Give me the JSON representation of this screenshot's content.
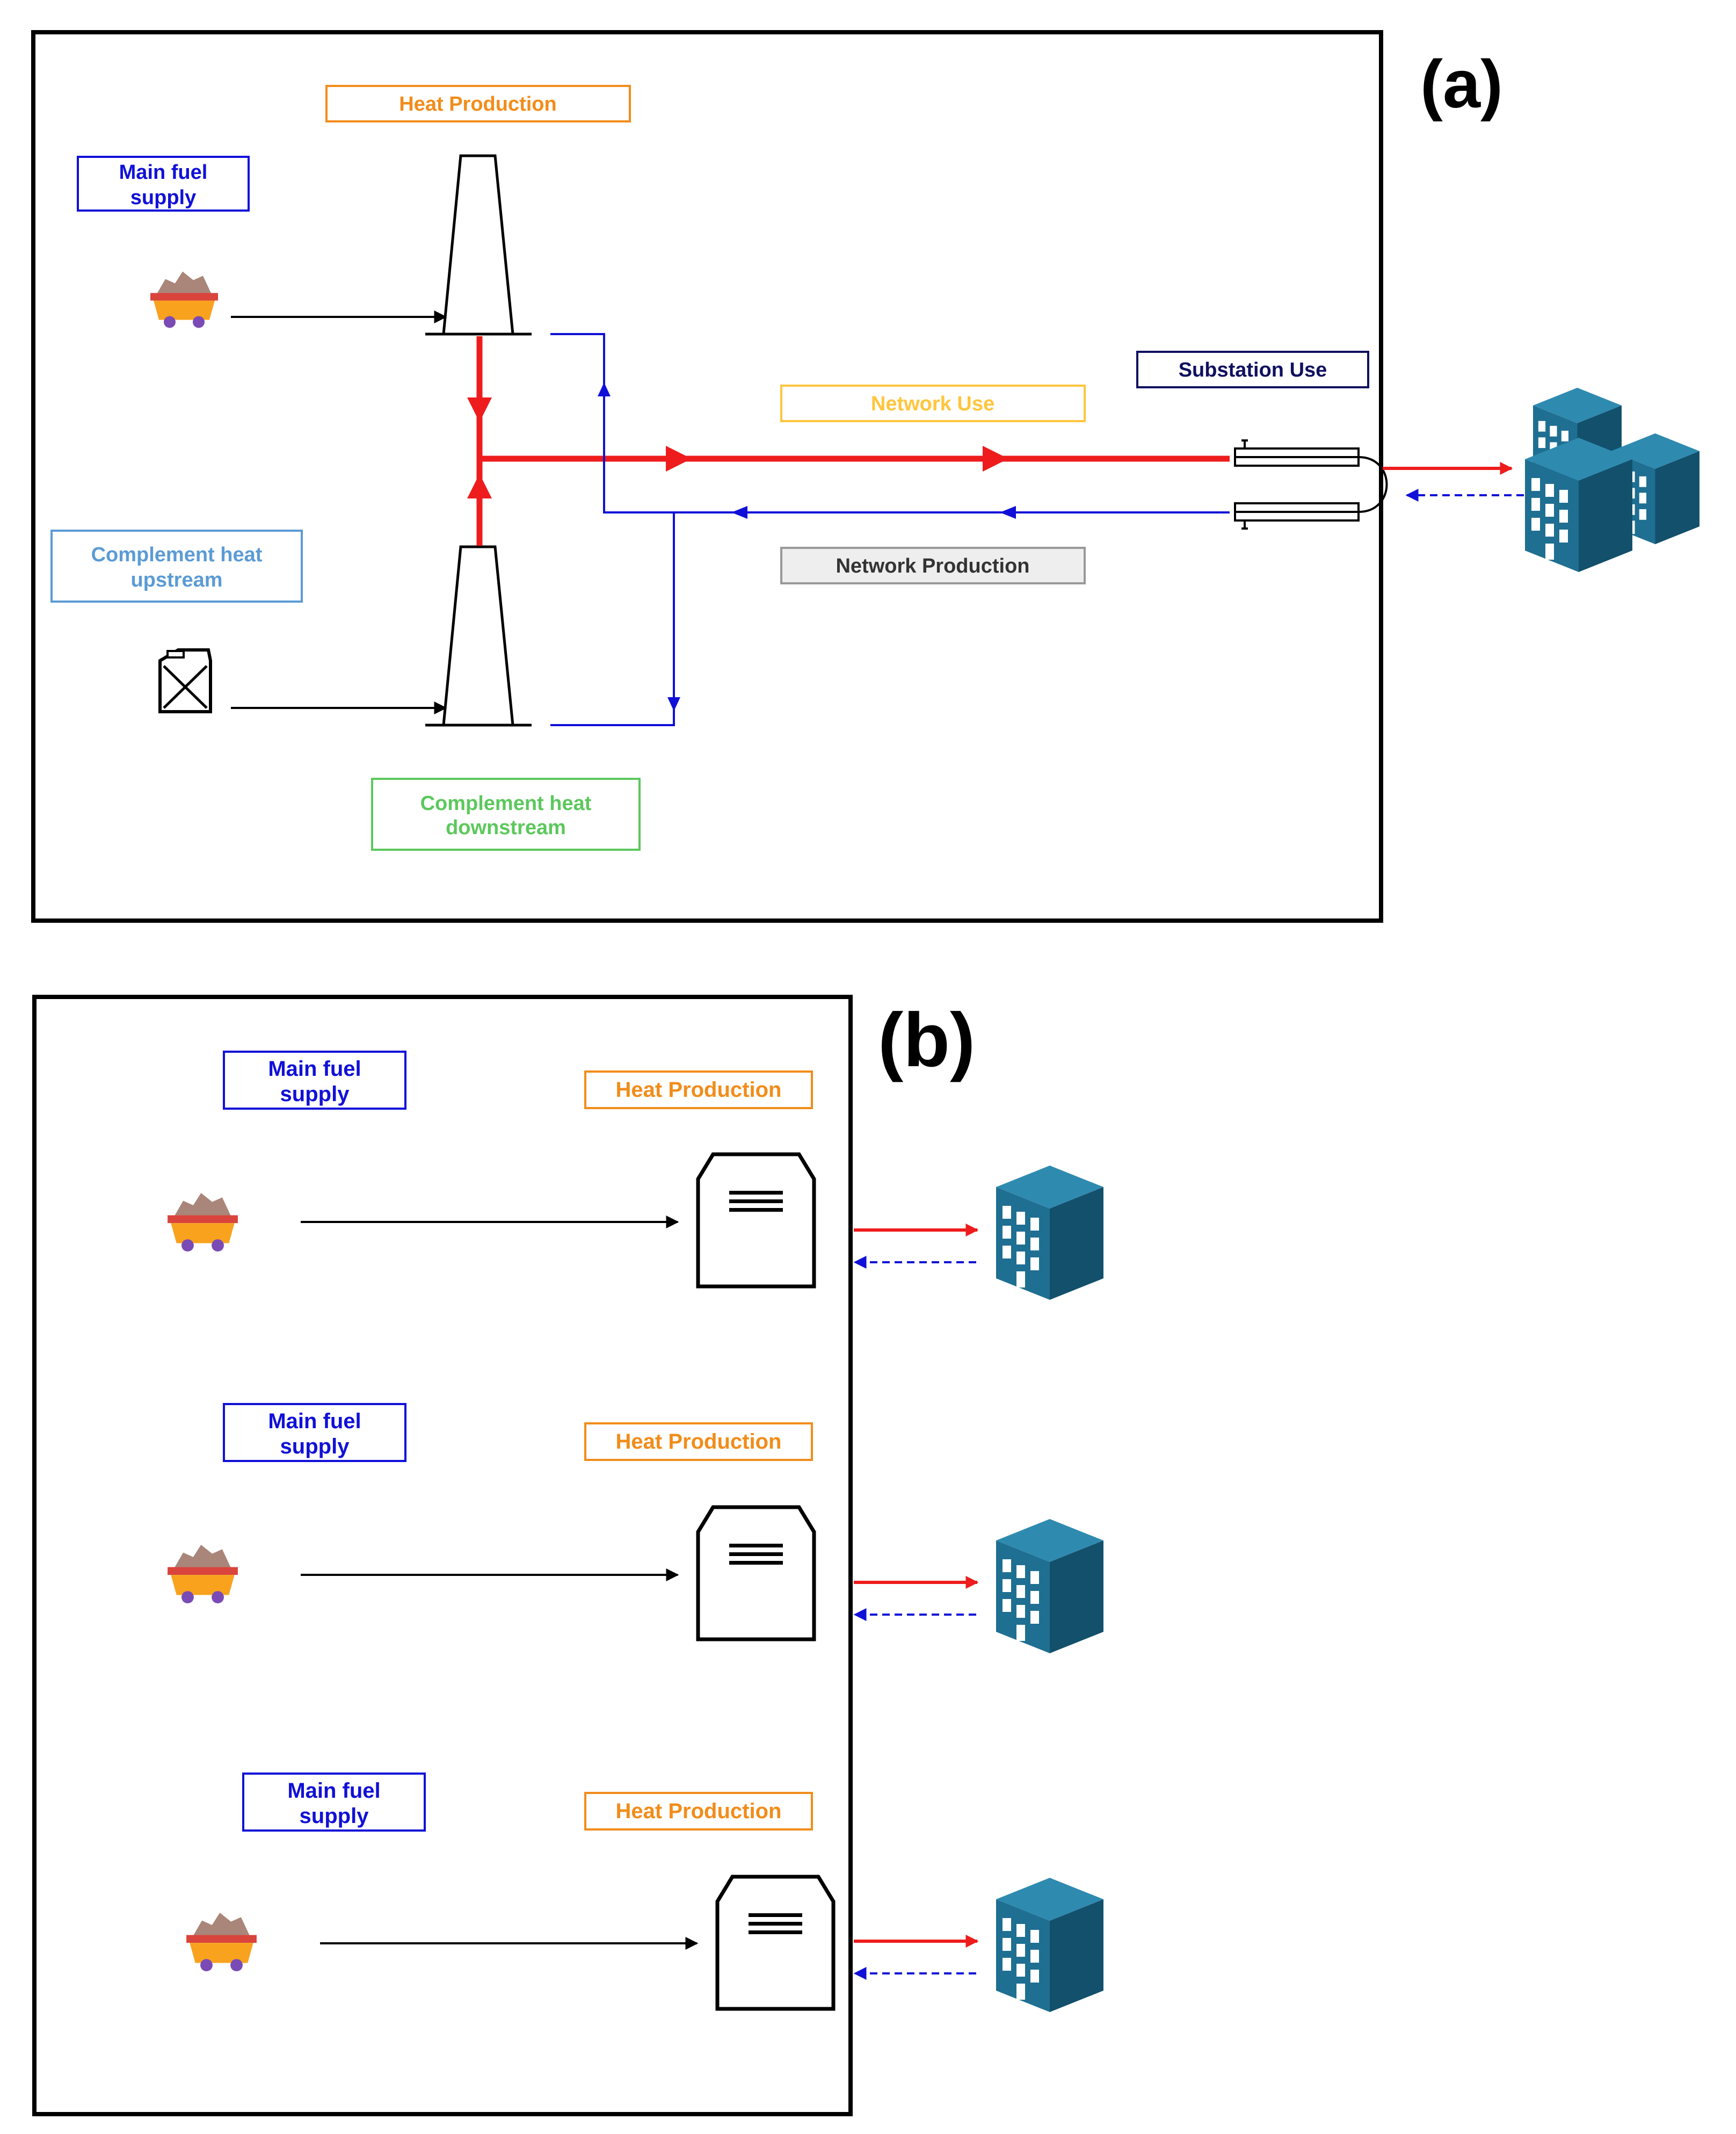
{
  "panel_a": {
    "letter": "(a)",
    "labels": {
      "heat_production": "Heat Production",
      "main_fuel_supply_1": "Main fuel",
      "main_fuel_supply_2": "supply",
      "complement_up_1": "Complement heat",
      "complement_up_2": "upstream",
      "complement_down_1": "Complement heat",
      "complement_down_2": "downstream",
      "network_use": "Network Use",
      "network_production": "Network Production",
      "substation_use": "Substation Use"
    }
  },
  "panel_b": {
    "letter": "(b)",
    "rows": [
      {
        "fuel_1": "Main fuel",
        "fuel_2": "supply",
        "heat": "Heat Production"
      },
      {
        "fuel_1": "Main fuel",
        "fuel_2": "supply",
        "heat": "Heat Production"
      },
      {
        "fuel_1": "Main fuel",
        "fuel_2": "supply",
        "heat": "Heat Production"
      }
    ]
  },
  "colors": {
    "orange": "#f28c1a",
    "blue": "#1010d8",
    "light_blue": "#5b9bd5",
    "green": "#5cc85c",
    "yellow": "#ffc53d",
    "navy": "#101060",
    "red": "#ee1c1c",
    "building": "#1a6a8a"
  },
  "icons": [
    "coal-cart-icon",
    "jerrycan-icon",
    "boiler-icon",
    "heat-exchanger-icon",
    "building-icon",
    "chimney-icon"
  ]
}
